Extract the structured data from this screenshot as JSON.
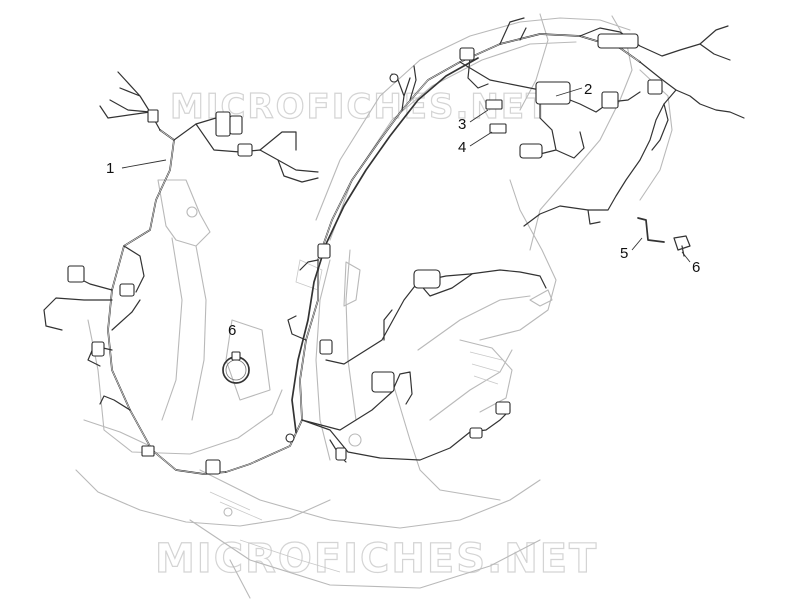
{
  "diagram": {
    "callouts": [
      {
        "id": "c1",
        "label": "1"
      },
      {
        "id": "c2",
        "label": "2"
      },
      {
        "id": "c3",
        "label": "3"
      },
      {
        "id": "c4",
        "label": "4"
      },
      {
        "id": "c5",
        "label": "5"
      },
      {
        "id": "c6a",
        "label": "6"
      },
      {
        "id": "c6b",
        "label": "6"
      }
    ],
    "watermarks": [
      "MICROFICHES.NET",
      "MICROFICHES.NET"
    ]
  },
  "colors": {
    "background": "#ffffff",
    "frame_line": "#b9b9b9",
    "harness_line": "#333333",
    "watermark": "#d4d4d4"
  }
}
